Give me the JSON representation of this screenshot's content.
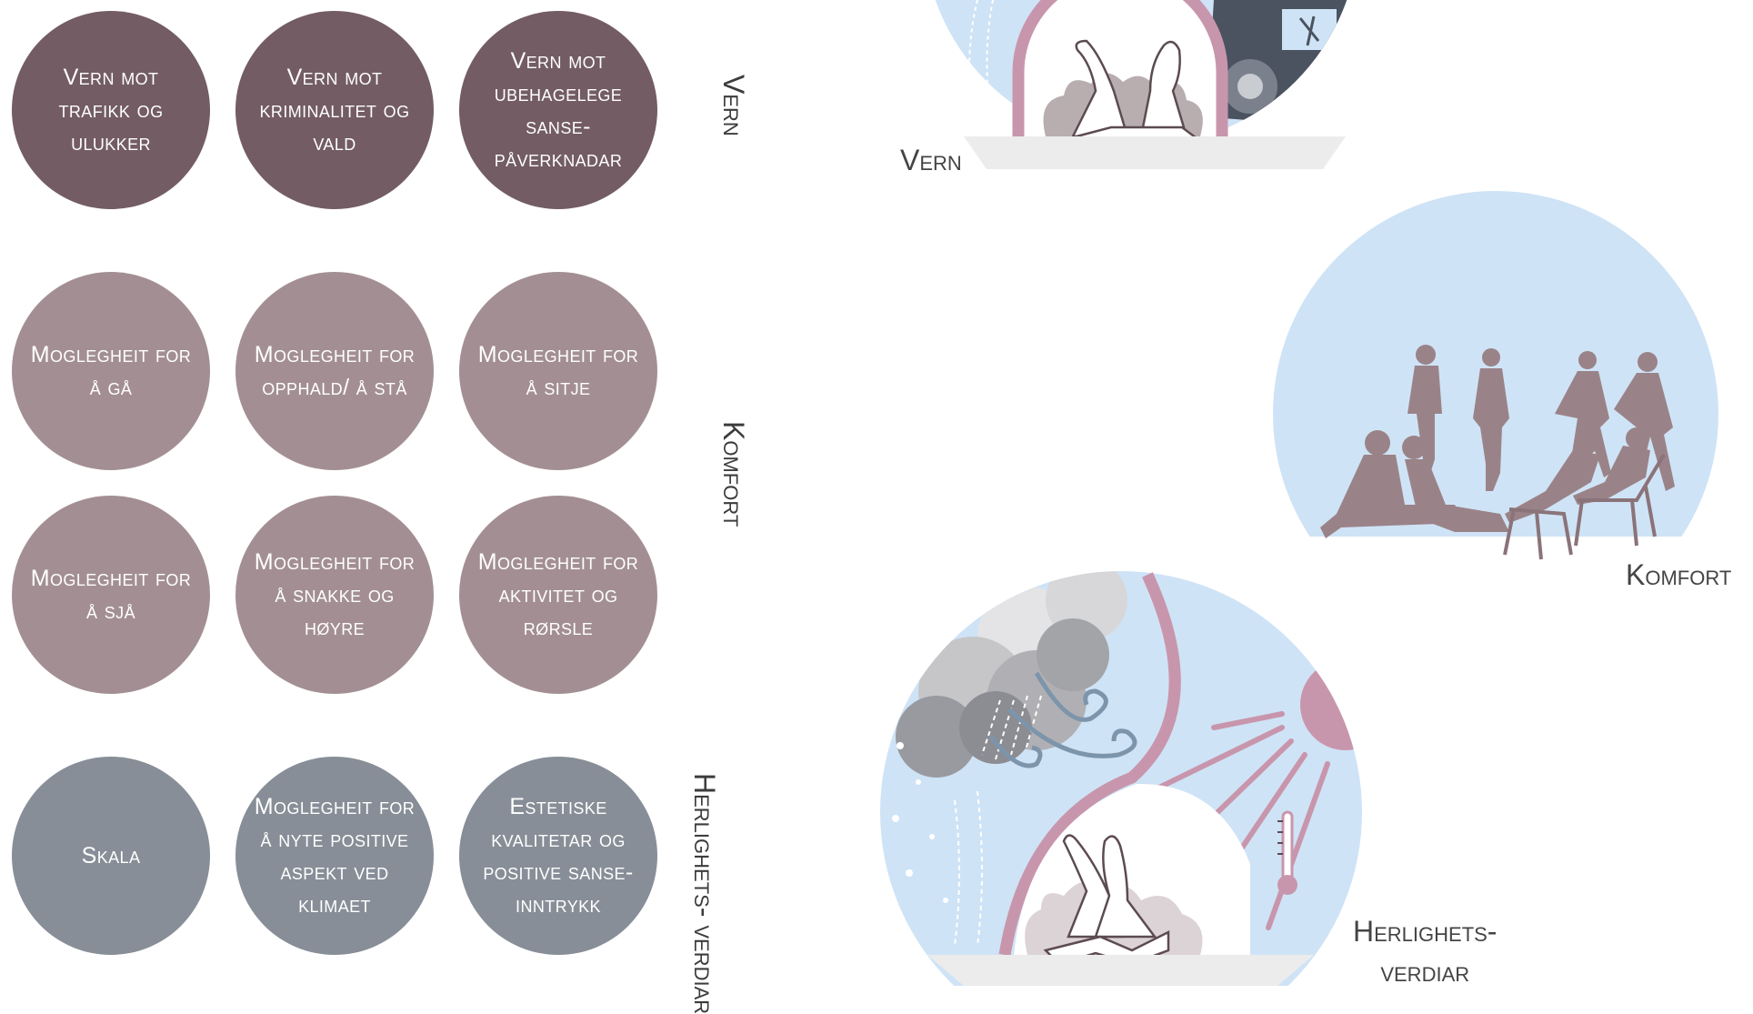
{
  "rows": [
    {
      "label": "Vern",
      "circles": [
        "Vern mot trafikk og ulukker",
        "Vern mot kriminalitet og vald",
        "Vern mot ubehagelege sanse-påverknadar"
      ]
    },
    {
      "label": "Komfort",
      "circles": [
        "Moglegheit for å gå",
        "Moglegheit for opphald/ å stå",
        "Moglegheit for å sitje",
        "Moglegheit for å sjå",
        "Moglegheit for å snakke og høyre",
        "Moglegheit for aktivitet og rørsle"
      ]
    },
    {
      "label": "Herlighets-\nverdiar",
      "circles": [
        "Skala",
        "Moglegheit for å nyte positive aspekt ved klimaet",
        "Estetiske kvalitetar og positive sanse-inntrykk"
      ]
    }
  ],
  "illustrations": {
    "vern": "Vern",
    "komfort": "Komfort",
    "herlig": "Herlighets-\nverdiar"
  },
  "colors": {
    "vern": "#735c64",
    "komfort": "#a38f93",
    "herlighetsverdiar": "#878e97",
    "sky": "#cfe3f6",
    "accent_pink": "#c896ac"
  }
}
